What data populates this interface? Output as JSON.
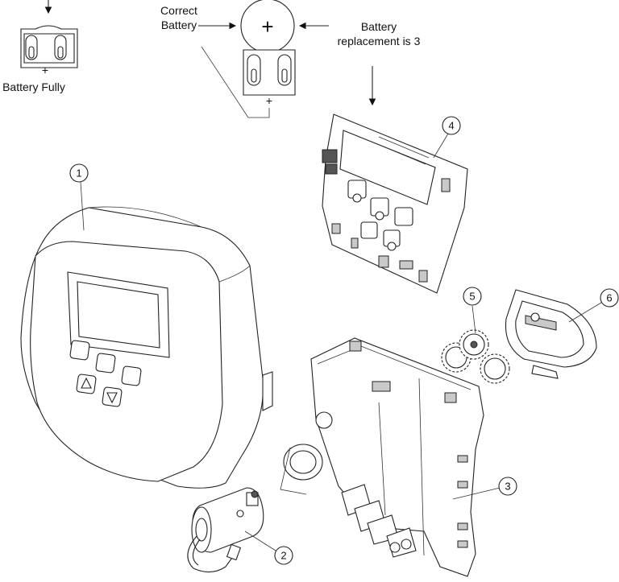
{
  "labels": {
    "battery_fully": "Battery Fully",
    "correct_battery_line1": "Correct",
    "correct_battery_line2": "Battery",
    "replacement_line1": "Battery",
    "replacement_line2": "replacement is 3"
  },
  "parts": [
    {
      "id": "1",
      "number": "1"
    },
    {
      "id": "2",
      "number": "2"
    },
    {
      "id": "3",
      "number": "3"
    },
    {
      "id": "4",
      "number": "4"
    },
    {
      "id": "5",
      "number": "5"
    },
    {
      "id": "6",
      "number": "6"
    }
  ],
  "symbols": {
    "plus": "+"
  }
}
